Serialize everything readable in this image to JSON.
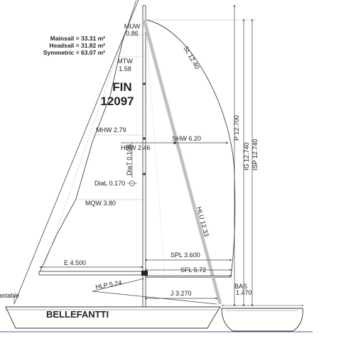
{
  "areas": {
    "mainsail": "Mainsail = 33.31 m²",
    "headsail": "Headsail = 31.82 m²",
    "symmetric": "Symmetric = 63.07 m²"
  },
  "sail_number": {
    "country": "FIN",
    "number": "12097"
  },
  "boat_name": "BELLEFANTTI",
  "side_text": "astable",
  "measurements": {
    "muw_label": "MUW",
    "muw_value": "0.86",
    "mtw_label": "MTW",
    "mtw_value": "1.58",
    "mhw": "MHW 2.79",
    "hhw": "HHW 2.46",
    "diat": "DiaT 0.108",
    "dial": "DiaL 0.170",
    "mqw": "MQW 3.80",
    "e": "E 4.500",
    "hlp": "HLP 5.24",
    "sl": "SL 12.40",
    "shw": "SHW 6.20",
    "hlu": "HLU 12.33",
    "spl": "SPL 3.600",
    "sfl": "SFL 5.72",
    "j": "J 3.270",
    "bas_label": "BAS",
    "bas_value": "1.470",
    "p": "P 12.700",
    "ig": "IG 12.740",
    "isp": "ISP 12.740"
  },
  "colors": {
    "line": "#333333",
    "headsail_luff": "#c8c8c8",
    "waterline": "#6a4c93"
  }
}
